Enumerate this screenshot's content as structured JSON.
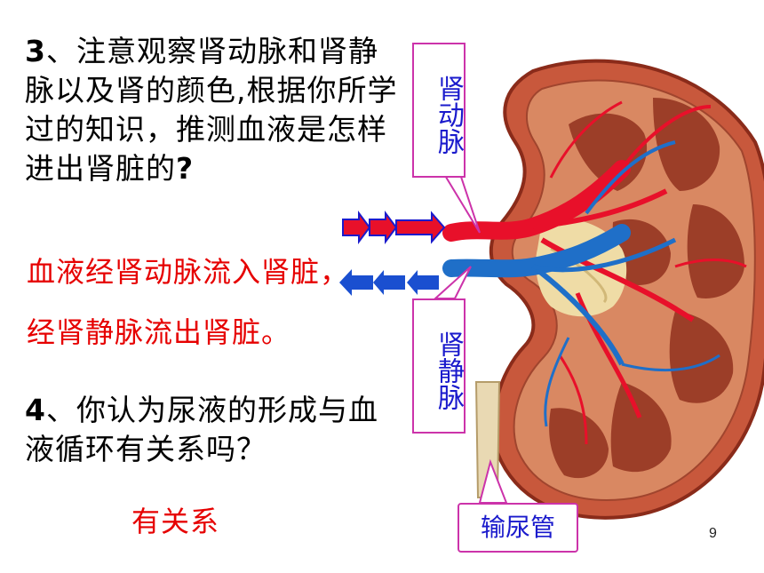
{
  "question3": {
    "number": "3",
    "text": "、注意观察肾动脉和肾静脉以及肾的颜色,根据你所学过的知识，推测血液是怎样进出肾脏的",
    "qmark": "?"
  },
  "answer3": "血液经肾动脉流入肾脏，经肾静脉流出肾脏。",
  "question4": {
    "number": "4",
    "text": "、你认为尿液的形成与血液循环有关系吗？"
  },
  "answer4": "有关系",
  "labels": {
    "renal_artery": "肾动脉",
    "renal_vein": "肾静脉",
    "ureter": "输尿管"
  },
  "page_number": "9",
  "colors": {
    "answer": "#e60000",
    "label_text": "#1a1acc",
    "callout_border": "#cc33aa",
    "artery": "#e8102a",
    "vein": "#1f6fc8",
    "kidney": "#b04a32"
  }
}
